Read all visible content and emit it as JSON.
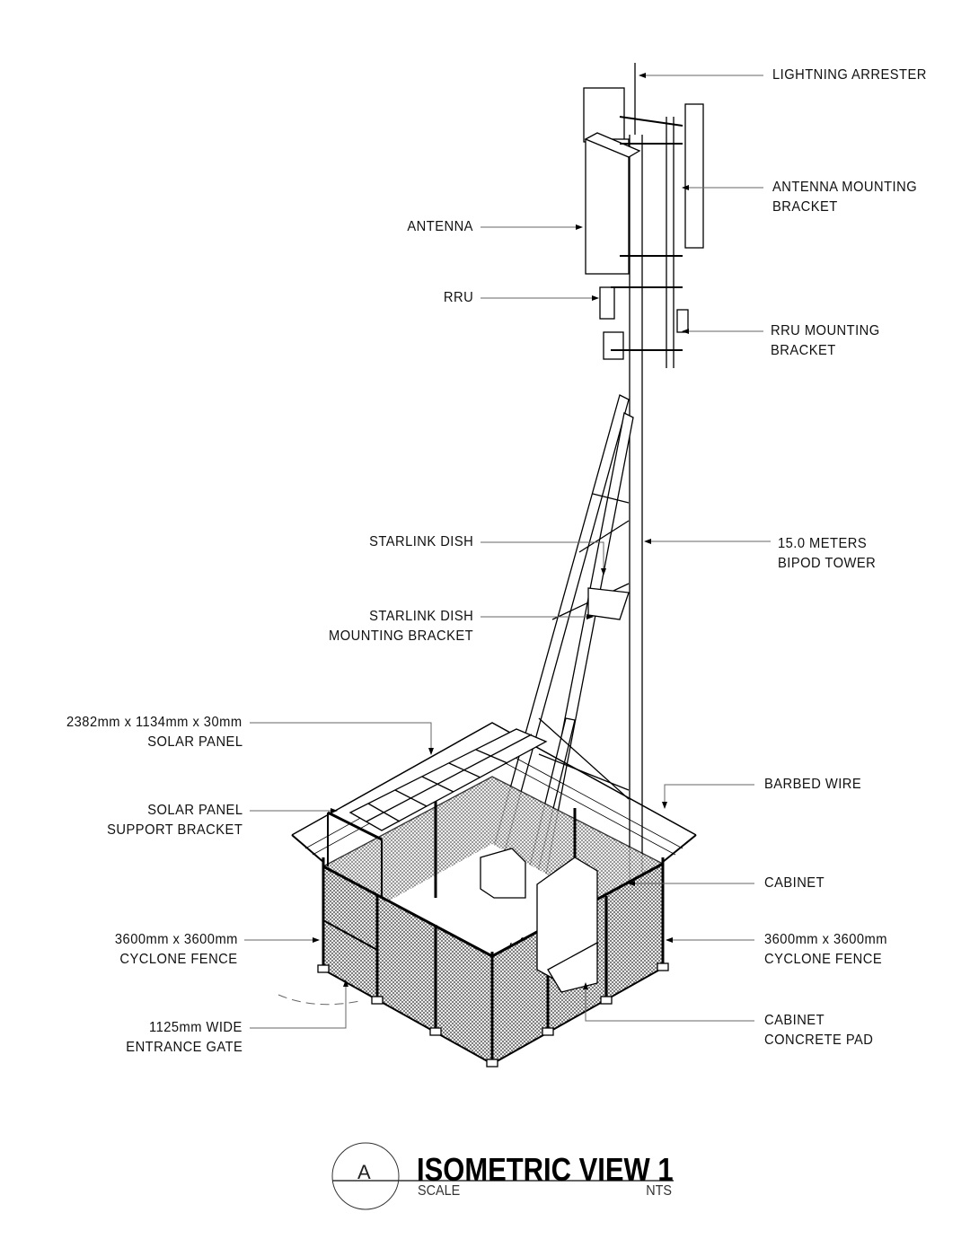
{
  "labels": {
    "lightning_arrester": "LIGHTNING ARRESTER",
    "antenna_mounting_bracket": [
      "ANTENNA MOUNTING",
      "BRACKET"
    ],
    "antenna": "ANTENNA",
    "rru": "RRU",
    "rru_mounting_bracket": [
      "RRU MOUNTING",
      "BRACKET"
    ],
    "starlink_dish": "STARLINK DISH",
    "bipod_tower": [
      "15.0 METERS",
      "BIPOD TOWER"
    ],
    "starlink_dish_mounting_bracket": [
      "STARLINK DISH",
      "MOUNTING BRACKET"
    ],
    "solar_panel": [
      "2382mm x 1134mm x 30mm",
      "SOLAR PANEL"
    ],
    "solar_panel_support_bracket": [
      "SOLAR PANEL",
      "SUPPORT BRACKET"
    ],
    "barbed_wire": "BARBED WIRE",
    "cabinet": "CABINET",
    "cyclone_fence_left": [
      "3600mm x 3600mm",
      "CYCLONE FENCE"
    ],
    "cyclone_fence_right": [
      "3600mm x 3600mm",
      "CYCLONE FENCE"
    ],
    "entrance_gate": [
      "1125mm WIDE",
      "ENTRANCE GATE"
    ],
    "cabinet_concrete_pad": [
      "CABINET",
      "CONCRETE PAD"
    ]
  },
  "title_block": {
    "detail_letter": "A",
    "title": "ISOMETRIC VIEW 1",
    "scale_label": "SCALE",
    "scale_value": "NTS"
  }
}
